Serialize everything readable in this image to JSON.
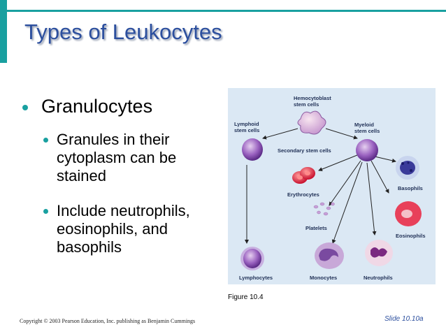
{
  "slide": {
    "title": "Types of Leukocytes",
    "bullets": {
      "main": "Granulocytes",
      "sub1": "Granules in their cytoplasm can be stained",
      "sub2": "Include neutrophils, eosinophils, and basophils"
    },
    "figure": {
      "caption": "Figure 10.4",
      "labels": {
        "hemocytoblast_1": "Hemocytoblast",
        "hemocytoblast_2": "stem cells",
        "lymphoid_1": "Lymphoid",
        "lymphoid_2": "stem cells",
        "myeloid_1": "Myeloid",
        "myeloid_2": "stem cells",
        "secondary": "Secondary stem cells",
        "basophils": "Basophils",
        "erythrocytes": "Erythrocytes",
        "platelets": "Platelets",
        "eosinophils": "Eosinophils",
        "lymphocytes": "Lymphocytes",
        "monocytes": "Monocytes",
        "neutrophils": "Neutrophils"
      }
    },
    "copyright": "Copyright © 2003 Pearson Education, Inc. publishing as Benjamin Cummings",
    "slide_number": "Slide 10.10a"
  },
  "colors": {
    "accent": "#19a0a0",
    "title": "#2c4f9e",
    "figure_bg": "#dbe8f4"
  }
}
